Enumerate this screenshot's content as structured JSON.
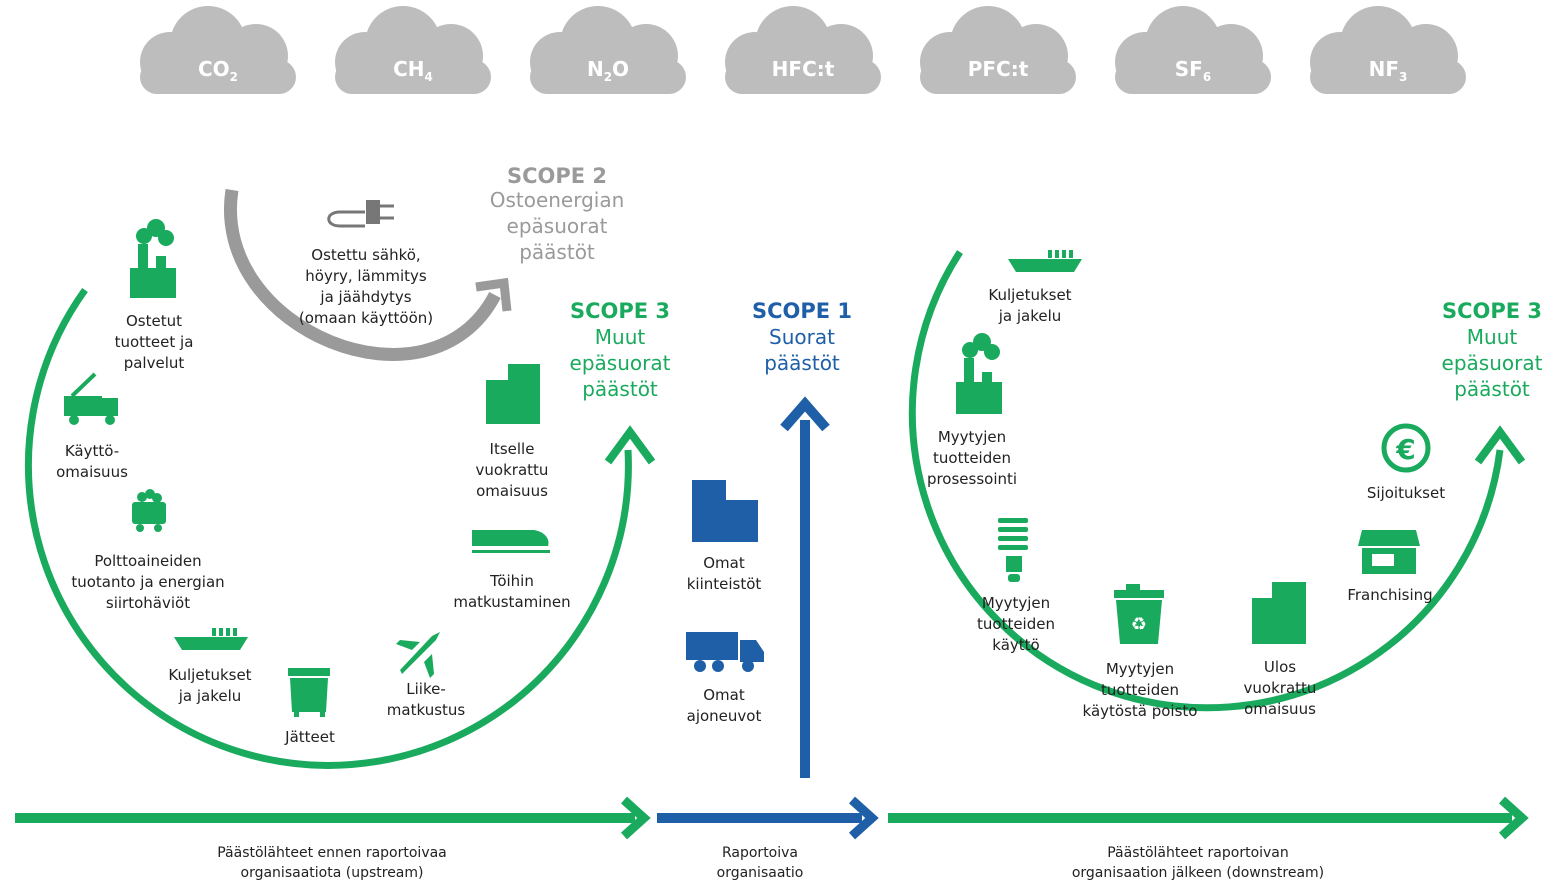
{
  "colors": {
    "green": "#1aaa5e",
    "blue": "#1f5fa8",
    "gray": "#9a9a9a",
    "cloud": "#bdbdbd"
  },
  "gases": [
    {
      "base": "CO",
      "sub": "2"
    },
    {
      "base": "CH",
      "sub": "4"
    },
    {
      "base": "N",
      "sub": "2",
      "tail": "O"
    },
    {
      "base": "HFC:t",
      "sub": ""
    },
    {
      "base": "PFC:t",
      "sub": ""
    },
    {
      "base": "SF",
      "sub": "6"
    },
    {
      "base": "NF",
      "sub": "3"
    }
  ],
  "scope2": {
    "title": "SCOPE 2",
    "lines": [
      "Ostoenergian",
      "epäsuorat",
      "päästöt"
    ]
  },
  "scope1": {
    "title": "SCOPE 1",
    "lines": [
      "Suorat",
      "päästöt"
    ]
  },
  "scope3_left": {
    "title": "SCOPE 3",
    "lines": [
      "Muut",
      "epäsuorat",
      "päästöt"
    ]
  },
  "scope3_right": {
    "title": "SCOPE 3",
    "lines": [
      "Muut",
      "epäsuorat",
      "päästöt"
    ]
  },
  "upstream_items": {
    "purchased_electricity": [
      "Ostettu sähkö,",
      "höyry, lämmitys",
      "ja jäähdytys",
      "(omaan käyttöön)"
    ],
    "purchased_goods": [
      "Ostetut",
      "tuotteet ja",
      "palvelut"
    ],
    "capital_goods": [
      "Käyttö-",
      "omaisuus"
    ],
    "fuel_energy": [
      "Polttoaineiden",
      "tuotanto ja energian",
      "siirtohäviöt"
    ],
    "transport": [
      "Kuljetukset",
      "ja jakelu"
    ],
    "waste": [
      "Jätteet"
    ],
    "business_travel": [
      "Liike-",
      "matkustus"
    ],
    "commuting": [
      "Töihin",
      "matkustaminen"
    ],
    "leased_assets": [
      "Itselle",
      "vuokrattu",
      "omaisuus"
    ]
  },
  "own_items": {
    "facilities": [
      "Omat",
      "kiinteistöt"
    ],
    "vehicles": [
      "Omat",
      "ajoneuvot"
    ]
  },
  "downstream_items": {
    "transport": [
      "Kuljetukset",
      "ja jakelu"
    ],
    "processing": [
      "Myytyjen",
      "tuotteiden",
      "prosessointi"
    ],
    "use": [
      "Myytyjen",
      "tuotteiden",
      "käyttö"
    ],
    "end_of_life": [
      "Myytyjen",
      "tuotteiden",
      "käytöstä poisto"
    ],
    "leased_out": [
      "Ulos",
      "vuokrattu",
      "omaisuus"
    ],
    "franchising": [
      "Franchising"
    ],
    "investments": [
      "Sijoitukset"
    ]
  },
  "flows": {
    "upstream": [
      "Päästölähteet ennen raportoivaa",
      "organisaatiota (upstream)"
    ],
    "reporting": [
      "Raportoiva",
      "organisaatio"
    ],
    "downstream": [
      "Päästölähteet raportoivan",
      "organisaation jälkeen (downstream)"
    ]
  }
}
